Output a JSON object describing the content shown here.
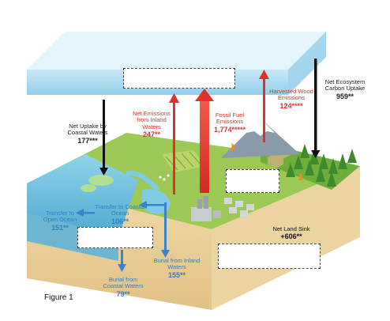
{
  "figure_label": "Figure 1",
  "colors": {
    "atmosphere": "#bfe4f6",
    "emission_red": "#e0302a",
    "uptake_black": "#111111",
    "transfer_blue": "#3a83cf",
    "land_green": "#8fc04a",
    "soil": "#e8cf9e",
    "water": "#6fc3df"
  },
  "fluxes": {
    "coastal_uptake": {
      "label": "Net Uptake by Coastal Waters",
      "value": "177***"
    },
    "inland_emissions": {
      "label": "Net Emissions from Inland Waters",
      "value": "247**"
    },
    "fossil_fuel": {
      "label": "Fossil Fuel Emissions",
      "value": "1,774*****"
    },
    "harvested_wood": {
      "label": "Harvested Wood Emissions",
      "value": "124****"
    },
    "ecosystem_uptake": {
      "label": "Net Ecosystem Carbon Uptake",
      "value": "959**"
    },
    "transfer_coastal": {
      "label": "Transfer to Coastal Ocean",
      "value": "106**"
    },
    "transfer_open": {
      "label": "Transfer to Open Ocean",
      "value": "151**"
    },
    "burial_coastal": {
      "label": "Burial from Coastal Waters",
      "value": "79**"
    },
    "burial_inland": {
      "label": "Burial from Inland Waters",
      "value": "155**"
    },
    "land_sink": {
      "label": "Net Land Sink",
      "value": "+606**"
    }
  }
}
